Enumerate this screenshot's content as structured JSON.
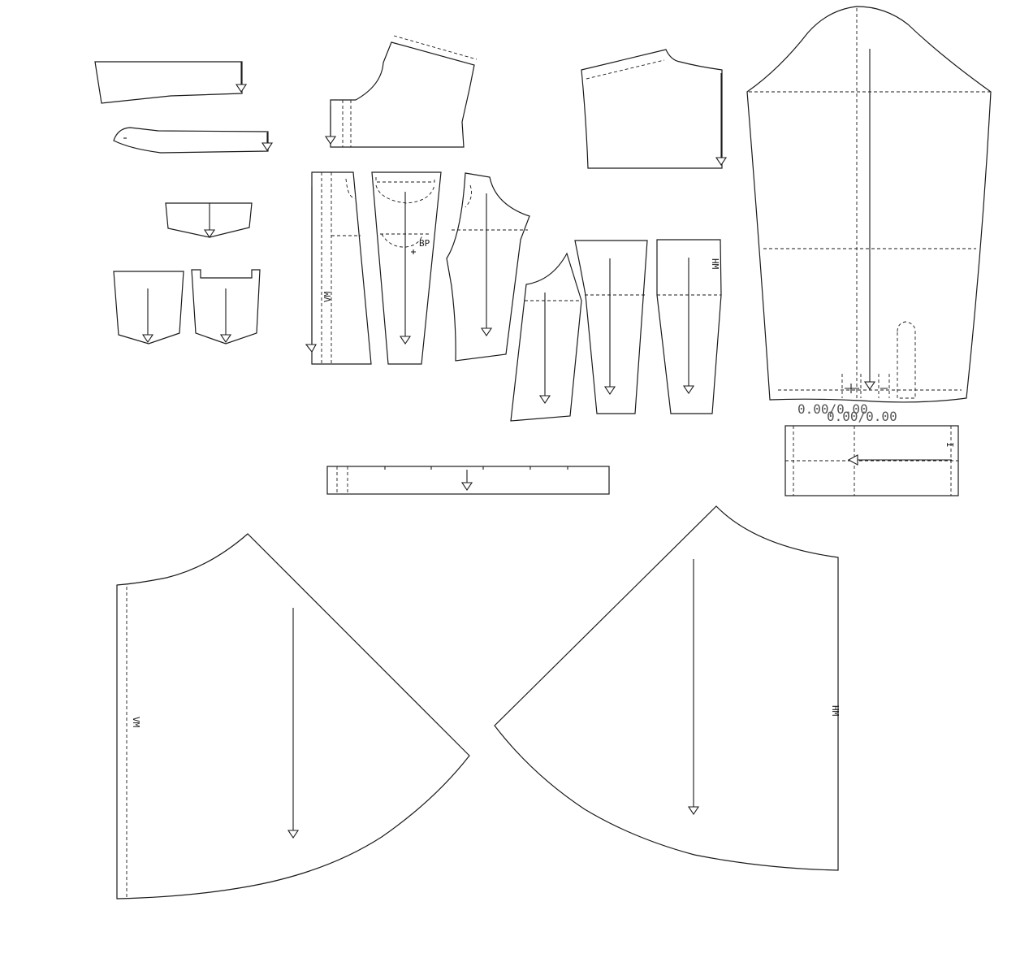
{
  "diagram": {
    "type": "sewing-pattern-layout",
    "line_color": "#1a1a1a",
    "background": "#ffffff",
    "labels": {
      "bp": "BP",
      "vm_front_facing": "VM",
      "hm_back_panel": "HM",
      "hm_skirt_left": "VM",
      "hm_skirt_right": "HM",
      "cuff_mark": "I",
      "measure_a": "0.00/0.00",
      "measure_b": "0.00/0.00"
    }
  }
}
